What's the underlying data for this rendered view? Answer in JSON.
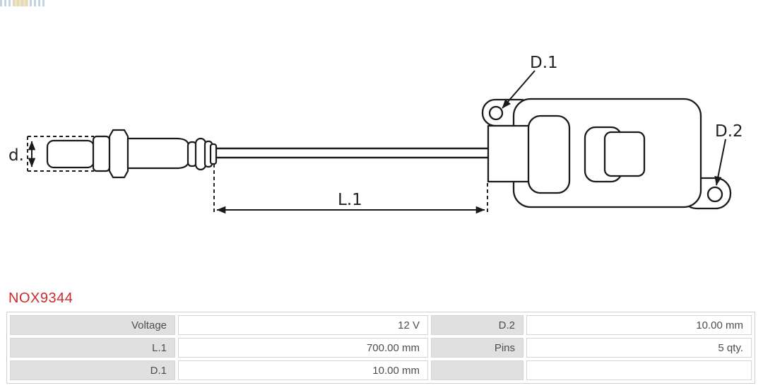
{
  "part_number": "NOX9344",
  "diagram": {
    "labels": {
      "diameter": "d.",
      "length": "L.1",
      "hole1": "D.1",
      "hole2": "D.2"
    }
  },
  "spec_table": {
    "rows": [
      {
        "label1": "Voltage",
        "value1": "12 V",
        "label2": "D.2",
        "value2": "10.00 mm"
      },
      {
        "label1": "L.1",
        "value1": "700.00 mm",
        "label2": "Pins",
        "value2": "5 qty."
      },
      {
        "label1": "D.1",
        "value1": "10.00 mm",
        "label2": "",
        "value2": ""
      }
    ]
  },
  "colors": {
    "part_number_red": "#cc2b2b",
    "table_label_bg": "#e0e0e0",
    "table_border": "#d5d5d5",
    "table_text": "#4d4d4d",
    "drawing_line": "#1a1a1a"
  }
}
